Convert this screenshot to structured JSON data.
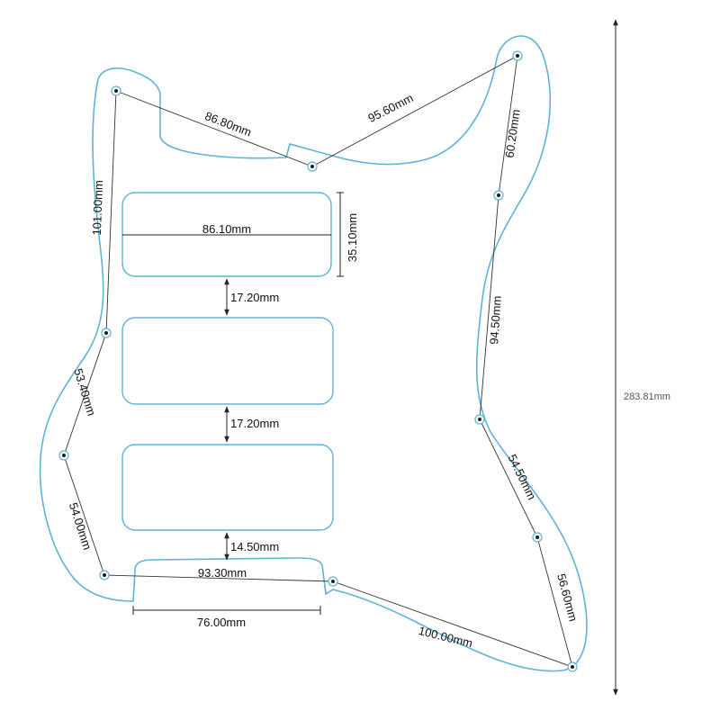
{
  "colors": {
    "outline": "#5fb3d6",
    "measure": "#222222",
    "background": "#ffffff"
  },
  "dimensions": {
    "d1": "86.80mm",
    "d2": "95.60mm",
    "d3": "60.20mm",
    "d4": "94.50mm",
    "d5": "54.50mm",
    "d6": "56.60mm",
    "d7": "100.00mm",
    "d8": "93.30mm",
    "d9": "54.00mm",
    "d10": "53.40mm",
    "d11": "101.00mm",
    "pickup_width": "86.10mm",
    "pickup_height": "35.10mm",
    "gap1": "17.20mm",
    "gap2": "17.20mm",
    "gap3": "14.50mm",
    "bottom_notch": "76.00mm",
    "overall_height": "283.81mm"
  }
}
